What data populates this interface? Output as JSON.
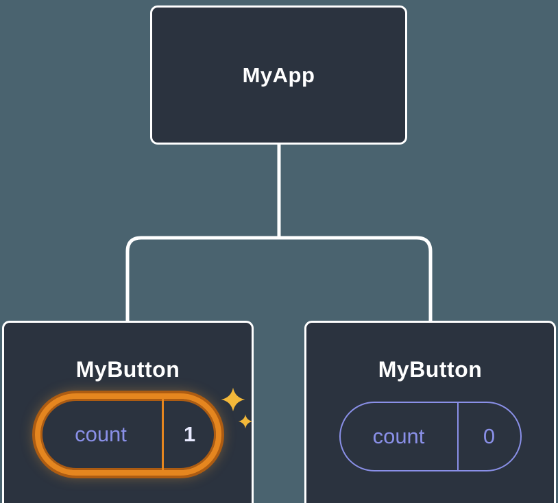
{
  "diagram": {
    "root": {
      "label": "MyApp"
    },
    "children": [
      {
        "label": "MyButton",
        "state": {
          "key": "count",
          "value": "1"
        },
        "highlighted": true
      },
      {
        "label": "MyButton",
        "state": {
          "key": "count",
          "value": "0"
        },
        "highlighted": false
      }
    ]
  },
  "icons": {
    "sparkle": "sparkle-icon"
  },
  "colors": {
    "background": "#4a636f",
    "node_fill": "#2b333f",
    "node_border": "#ffffff",
    "connector": "#ffffff",
    "label_text": "#ffffff",
    "state_text": "#8a90e8",
    "state_value_highlight": "#e9ebff",
    "highlight_ring": "#e5861f",
    "highlight_ring_dark": "#ad5c12",
    "sparkle": "#f3b83a"
  }
}
